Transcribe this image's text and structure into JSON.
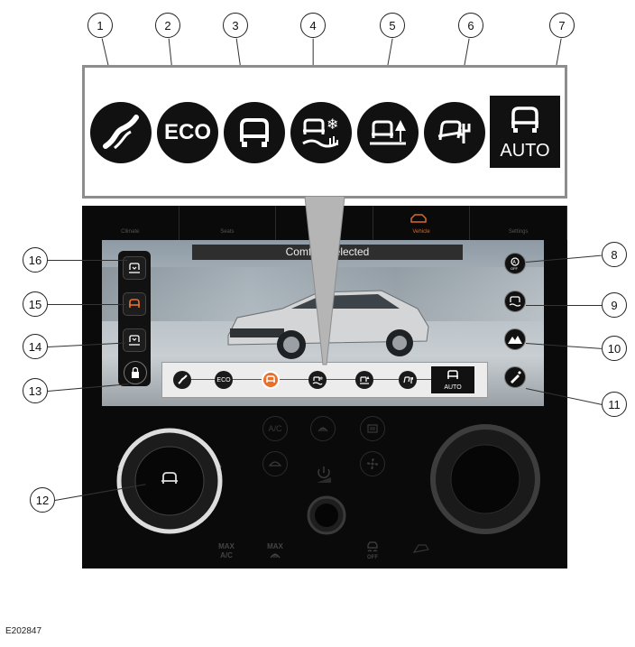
{
  "callouts": [
    "1",
    "2",
    "3",
    "4",
    "5",
    "6",
    "7",
    "8",
    "9",
    "10",
    "11",
    "12",
    "13",
    "14",
    "15",
    "16"
  ],
  "modes": {
    "eco_label": "ECO",
    "auto_label": "AUTO",
    "strip_eco_label": "ECO",
    "strip_auto_label": "AUTO"
  },
  "tabs": [
    {
      "label": "Climate"
    },
    {
      "label": "Seats"
    },
    {
      "label": ""
    },
    {
      "label": "Vehicle"
    },
    {
      "label": "Settings"
    }
  ],
  "screen": {
    "banner": "Comfort Selected",
    "off_label": "OFF"
  },
  "lower_controls": {
    "ac_label": "A/C",
    "max_ac_label": "MAX\nA/C",
    "max_defrost_label": "MAX",
    "off_label": "OFF"
  },
  "figure_id": "E202847",
  "colors": {
    "accent": "#d46a2c",
    "panel": "#0a0a0a",
    "frame": "#8d8d8d"
  }
}
